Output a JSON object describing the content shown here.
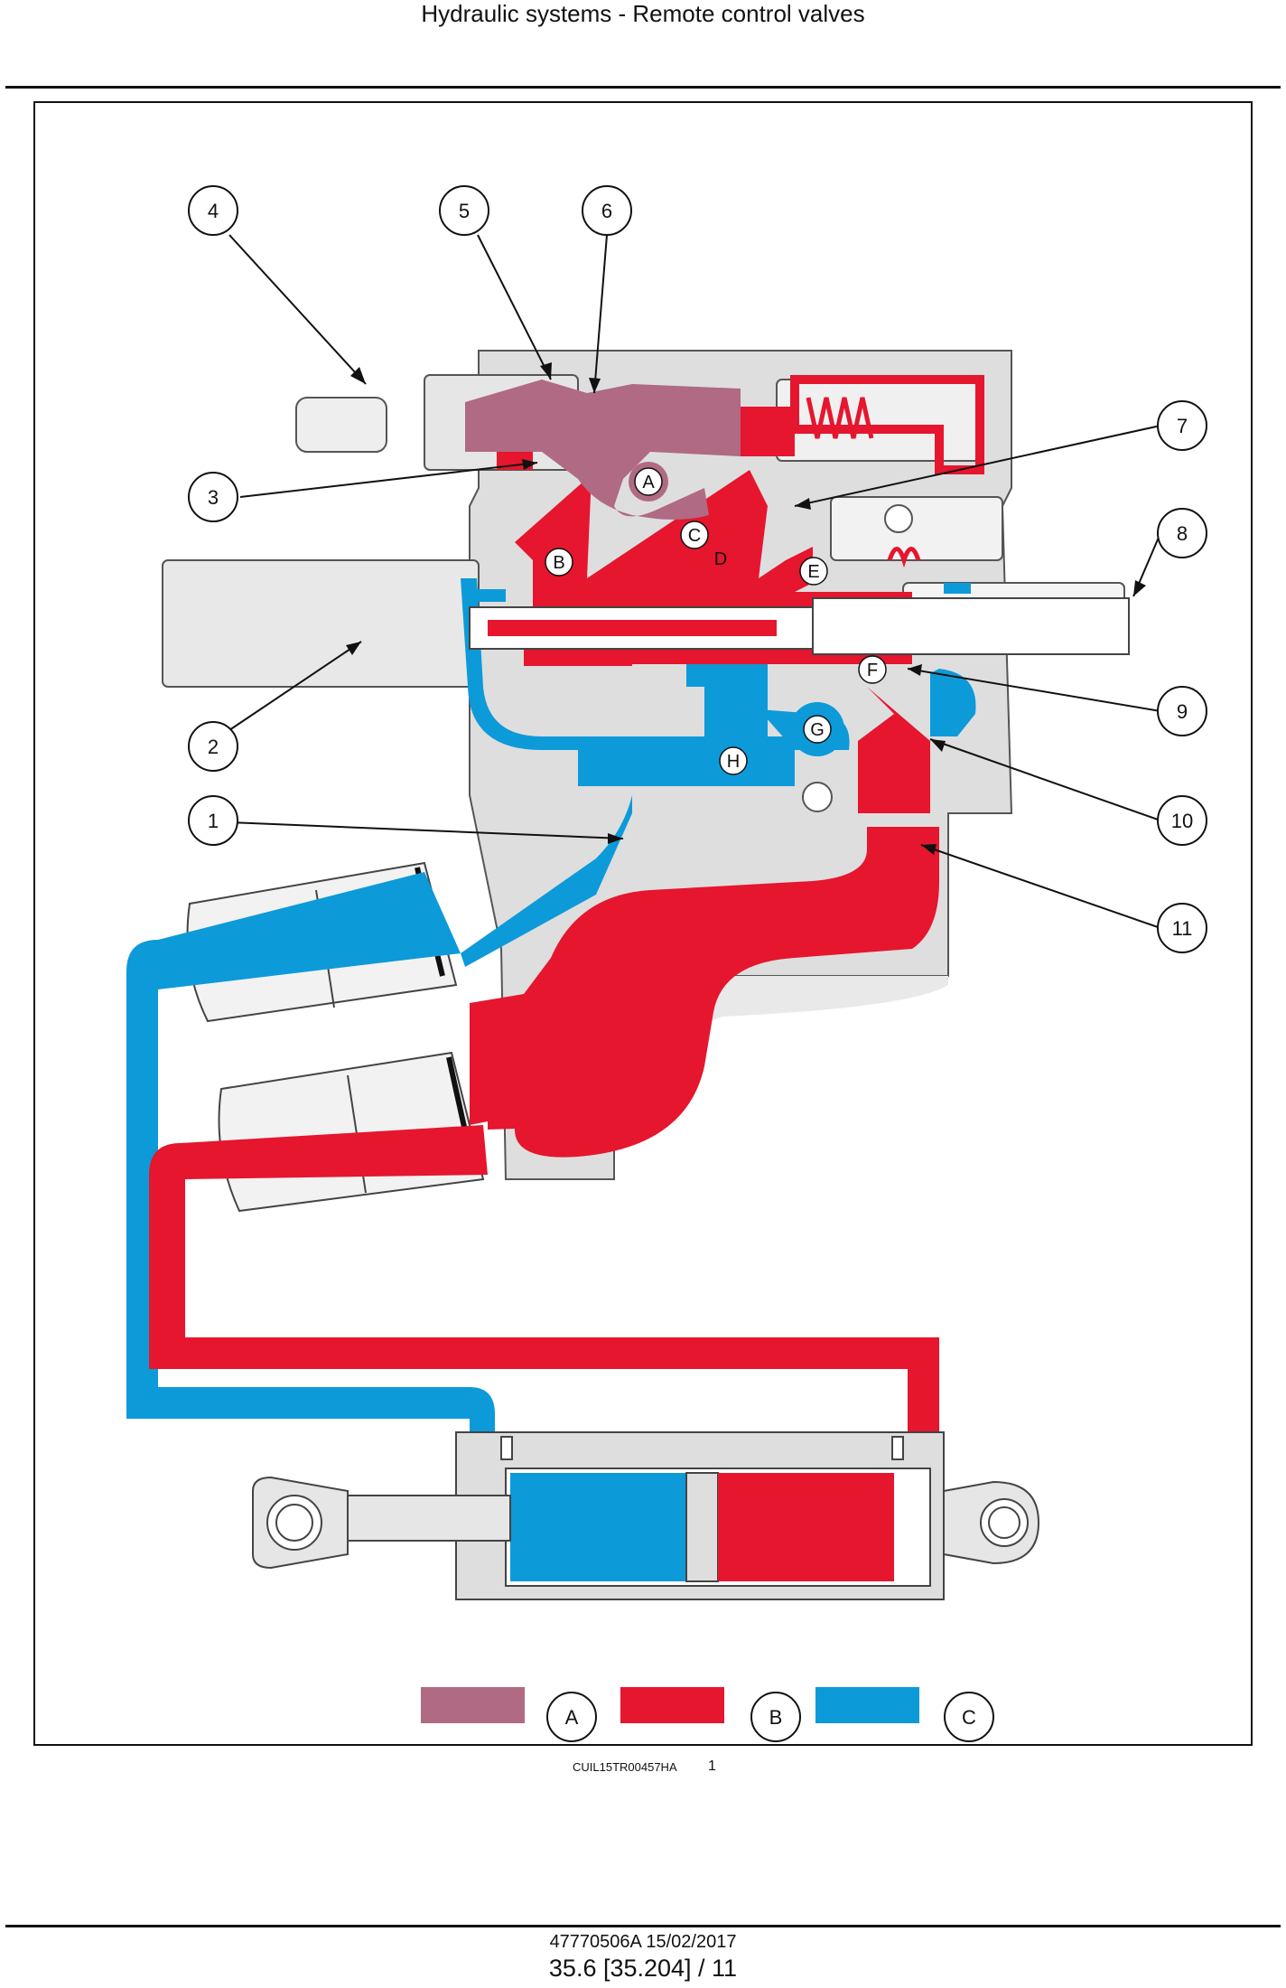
{
  "header": {
    "title": "Hydraulic systems - Remote control valves"
  },
  "figure": {
    "caption_code": "CUIL15TR00457HA",
    "figure_number": "1",
    "callouts": [
      "1",
      "2",
      "3",
      "4",
      "5",
      "6",
      "7",
      "8",
      "9",
      "10",
      "11"
    ],
    "port_labels": [
      "A",
      "B",
      "C",
      "D",
      "E",
      "F",
      "G",
      "H"
    ],
    "legend": [
      {
        "label": "A",
        "color": "#b06a84"
      },
      {
        "label": "B",
        "color": "#e5162e"
      },
      {
        "label": "C",
        "color": "#0d9ad9"
      }
    ],
    "colors": {
      "body": "#d9d9d9",
      "outline": "#555555"
    }
  },
  "footer": {
    "doc_line": "47770506A 15/02/2017",
    "page_line": "35.6 [35.204] / 11"
  }
}
